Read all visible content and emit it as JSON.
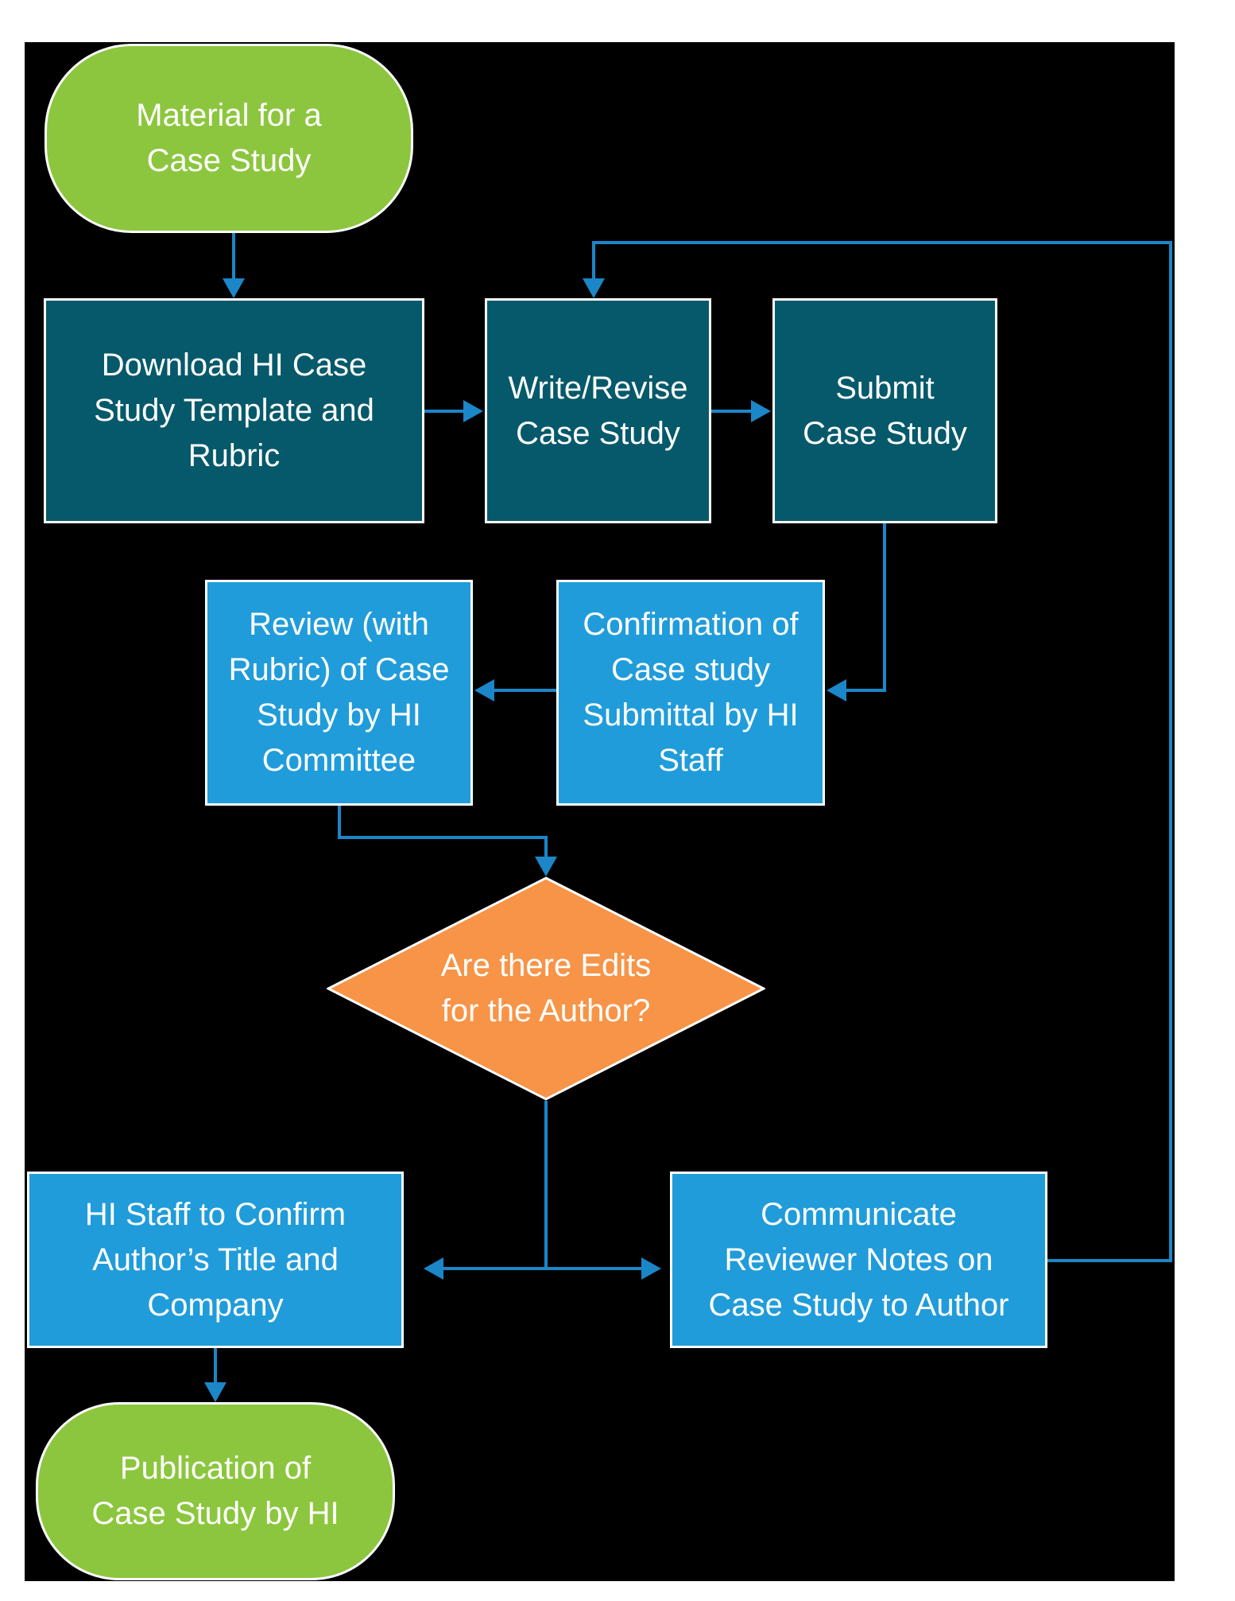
{
  "palette": {
    "page_background": "#FFFFFF",
    "canvas_background": "#000000",
    "start_end_fill": "#8CC63E",
    "process_fill": "#06596A",
    "subprocess_fill": "#209CDA",
    "decision_fill": "#F79447",
    "connector": "#1B86C8",
    "node_border": "#FFFFFF",
    "text": "#FFFFFF"
  },
  "nodes": {
    "start": {
      "lines": [
        "Material for a",
        "Case Study"
      ]
    },
    "download": {
      "lines": [
        "Download HI Case",
        "Study Template and",
        "Rubric"
      ]
    },
    "write_revise": {
      "lines": [
        "Write/Revise",
        "Case Study"
      ]
    },
    "submit": {
      "lines": [
        "Submit",
        "Case Study"
      ]
    },
    "review": {
      "lines": [
        "Review (with",
        "Rubric) of Case",
        "Study by HI",
        "Committee"
      ]
    },
    "confirmation": {
      "lines": [
        "Confirmation of",
        "Case study",
        "Submittal by HI",
        "Staff"
      ]
    },
    "decision": {
      "lines": [
        "Are there Edits",
        "for the Author?"
      ]
    },
    "hi_staff_confirm": {
      "lines": [
        "HI Staff to Confirm",
        "Author’s Title and",
        "Company"
      ]
    },
    "communicate": {
      "lines": [
        "Communicate",
        "Reviewer Notes on",
        "Case Study to Author"
      ]
    },
    "publication": {
      "lines": [
        "Publication of",
        "Case Study by HI"
      ]
    }
  }
}
